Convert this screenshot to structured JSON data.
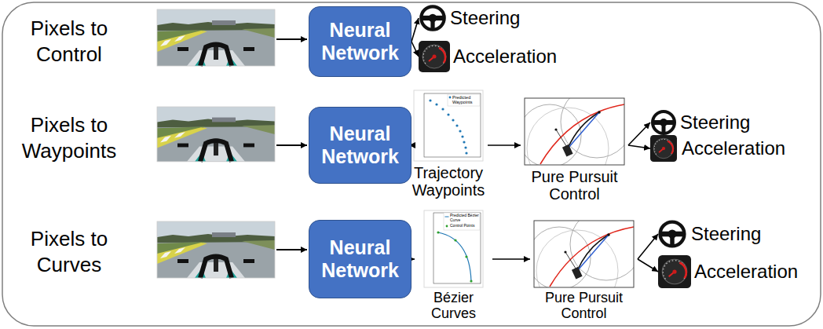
{
  "diagram": {
    "nodes": [
      {
        "text": [
          "Neural Network"
        ]
      },
      {
        "text": [
          "Steering"
        ]
      },
      {
        "text": [
          "Acceleration"
        ]
      },
      {
        "text": [
          "Neural Network"
        ]
      },
      {
        "text": [
          "Trajectory Waypoints"
        ]
      },
      {
        "text": [
          "Pure Pursuit Control"
        ]
      },
      {
        "text": [
          "Steering"
        ]
      },
      {
        "text": [
          "Acceleration"
        ]
      },
      {
        "text": [
          "Neural Network"
        ]
      },
      {
        "text": [
          "Bézier Curves"
        ]
      },
      {
        "text": [
          "Pure Pursuit Control"
        ]
      },
      {
        "text": [
          "Steering"
        ]
      },
      {
        "text": [
          "Acceleration"
        ]
      }
    ],
    "edges": [
      {
        "from": 0,
        "to": 1,
        "arrow": "to"
      },
      {
        "from": 0,
        "to": 2,
        "arrow": "to"
      },
      {
        "from": 3,
        "to": 4,
        "arrow": "to"
      },
      {
        "from": 4,
        "to": 5,
        "arrow": "to"
      },
      {
        "from": 5,
        "to": 6,
        "arrow": "to"
      },
      {
        "from": 5,
        "to": 7,
        "arrow": "to"
      },
      {
        "from": 8,
        "to": 9,
        "arrow": "to"
      },
      {
        "from": 9,
        "to": 10,
        "arrow": "to"
      },
      {
        "from": 10,
        "to": 11,
        "arrow": "to"
      },
      {
        "from": 10,
        "to": 12,
        "arrow": "to"
      }
    ],
    "labels": [
      "Pixels to Control",
      "Pixels to Waypoints",
      "Pixels to Curves",
      "Predicted Waypoints",
      "Predicted Bézier Curve",
      "Control Points"
    ]
  }
}
